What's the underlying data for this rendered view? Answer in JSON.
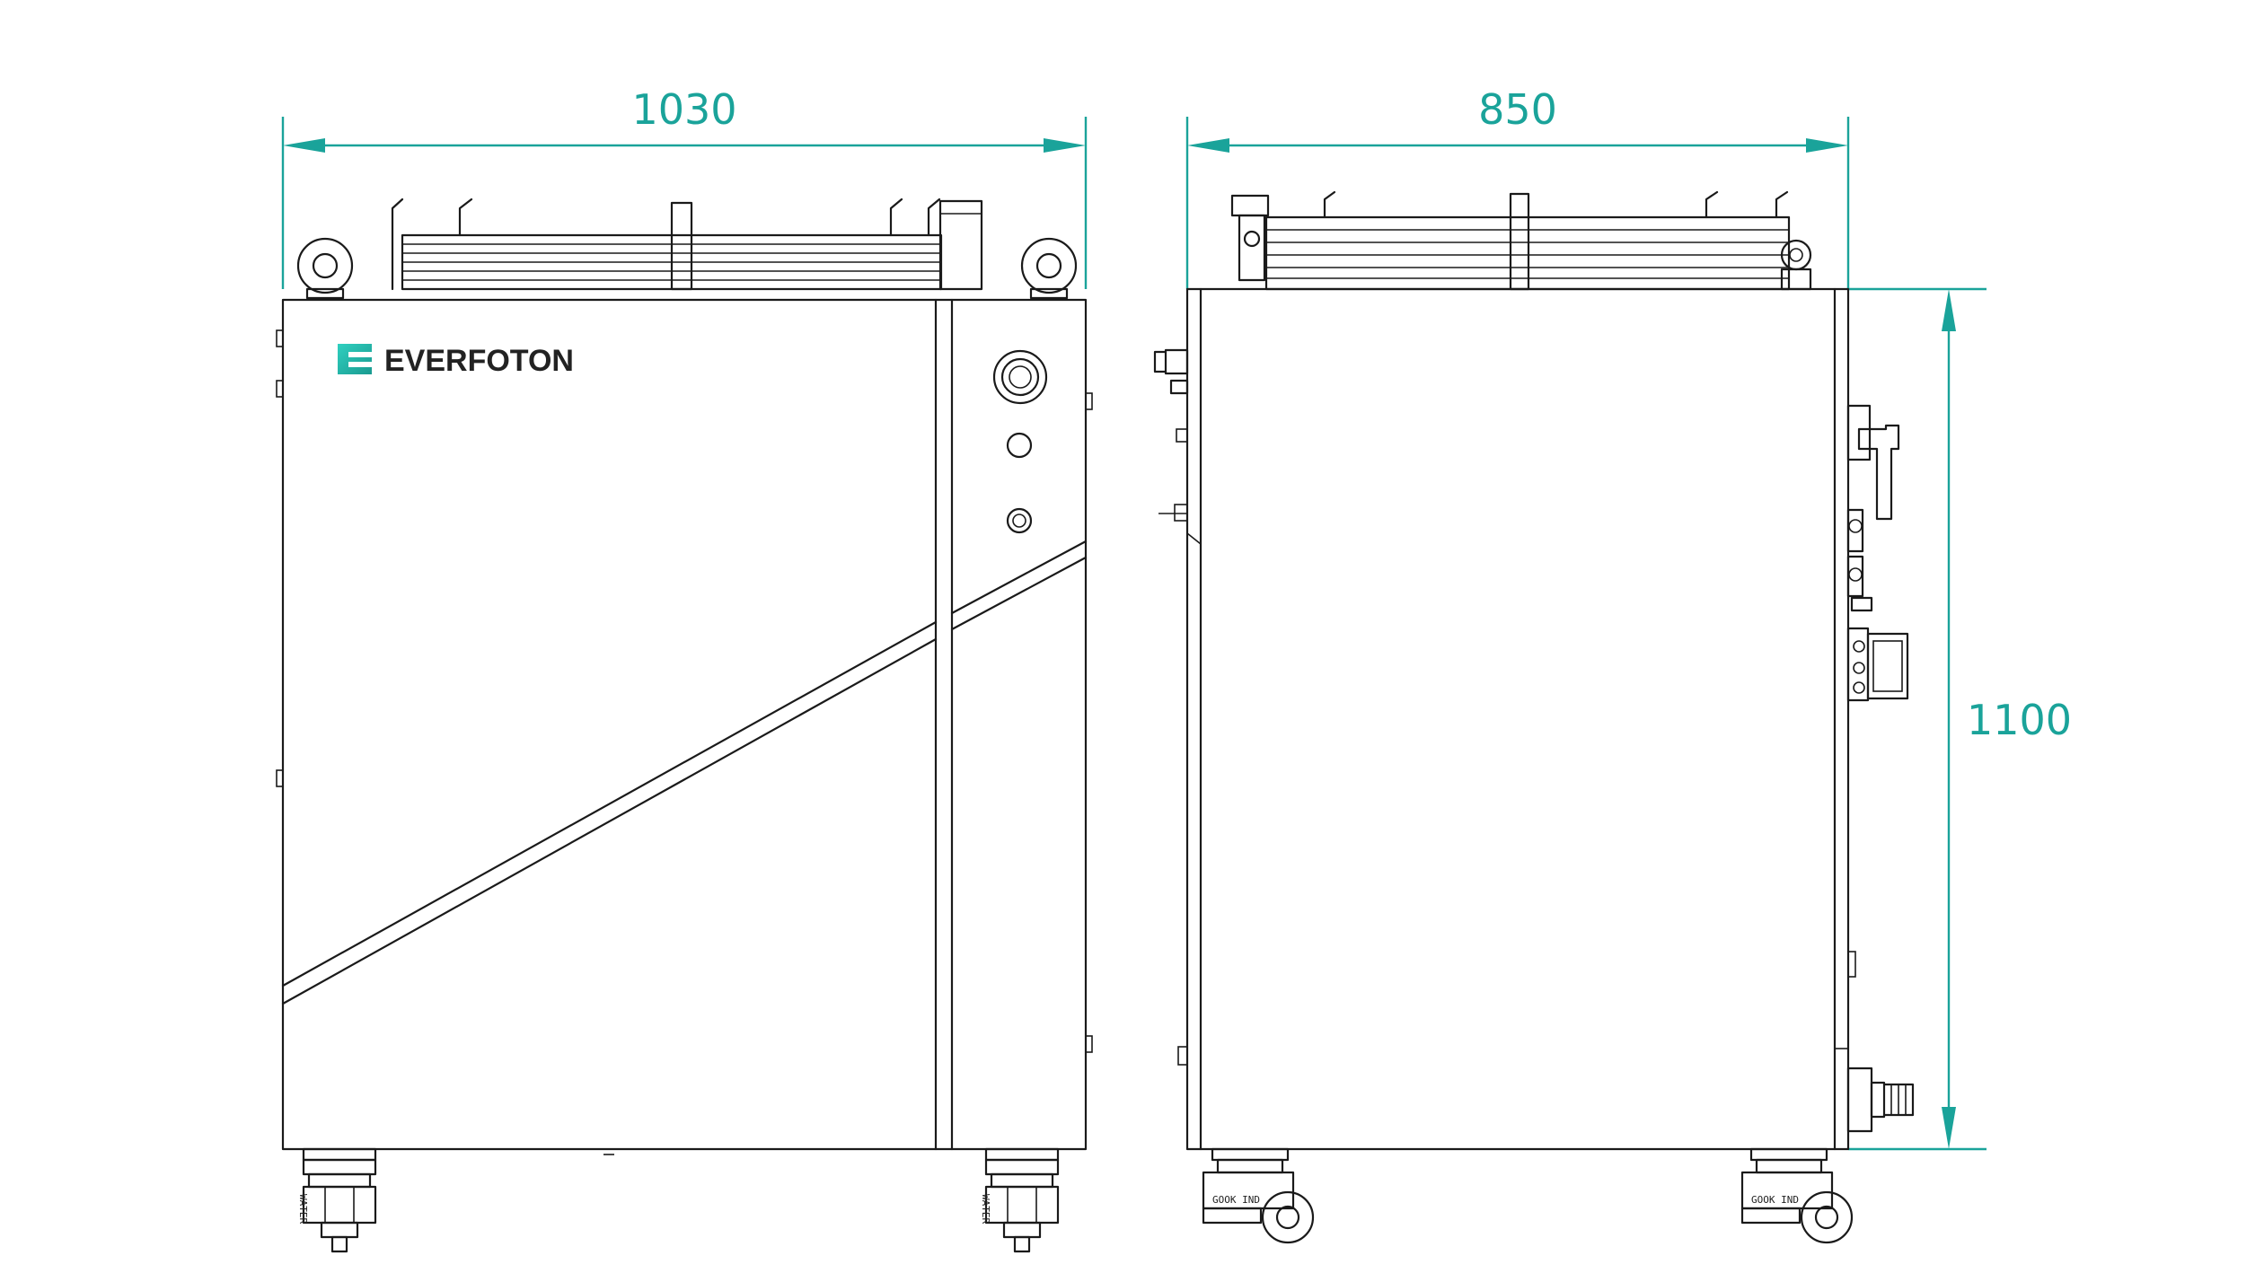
{
  "dimensions": {
    "front_width": "1030",
    "side_depth": "850",
    "height": "1100"
  },
  "brand": {
    "name": "EVERFOTON",
    "logo_letter": "E"
  },
  "caster_labels": {
    "front_left": "WATER",
    "front_right": "WATER",
    "side_left": "GOOK IND",
    "side_right": "GOOK IND"
  },
  "colors": {
    "dimension": "#1aa39a",
    "line": "#1a1a1a",
    "brand_accent": "#1fb3a6"
  }
}
